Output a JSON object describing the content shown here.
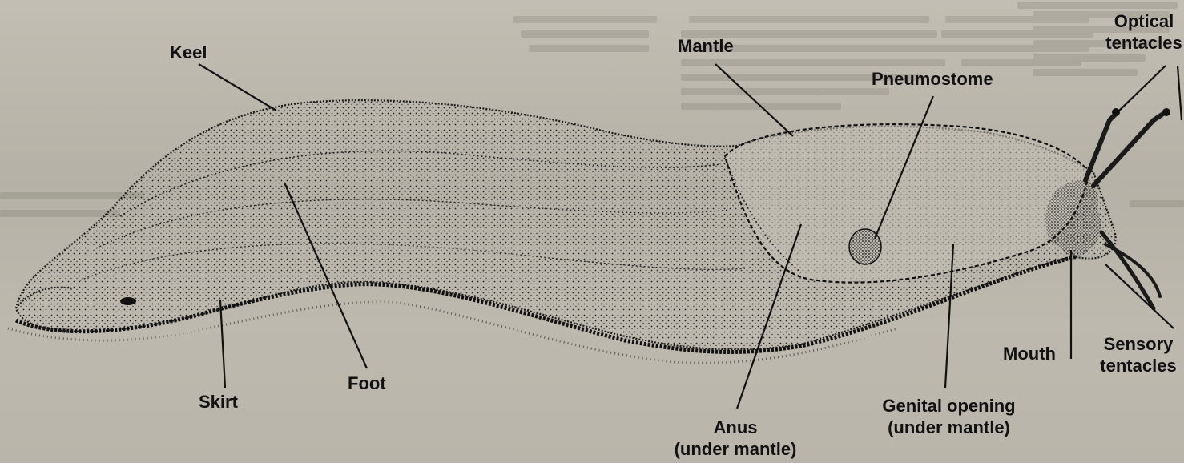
{
  "labels": {
    "keel": "Keel",
    "mantle": "Mantle",
    "pneumostome": "Pneumostome",
    "optical_line1": "Optical",
    "optical_line2": "tentacles",
    "skirt": "Skirt",
    "foot": "Foot",
    "anus_line1": "Anus",
    "anus_line2": "(under mantle)",
    "genital_line1": "Genital opening",
    "genital_line2": "(under mantle)",
    "mouth": "Mouth",
    "sensory_line1": "Sensory",
    "sensory_line2": "tentacles"
  },
  "colors": {
    "ink": "#111111",
    "paper": "#bdb9ae"
  }
}
